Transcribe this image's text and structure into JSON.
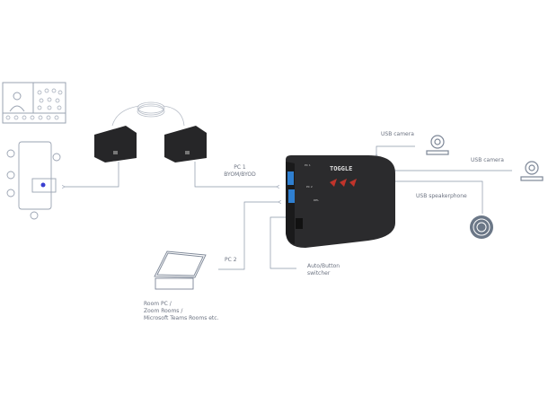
{
  "labels": {
    "pc1_line1": "PC 1",
    "pc1_line2": "BYOM/BYOD",
    "pc2": "PC 2",
    "auto_line1": "Auto/Button",
    "auto_line2": "switcher",
    "usb_camera_1": "USB camera",
    "usb_camera_2": "USB  camera",
    "usb_speakerphone": "USB  speakerphone",
    "room_pc_line1": "Room PC /",
    "room_pc_line2": "Zoom Rooms /",
    "room_pc_line3": "Microsoft Teams Rooms etc."
  },
  "device": {
    "brand": "TOGGLE",
    "port_labels": [
      "PC 1",
      "PC 2",
      "DEL"
    ]
  },
  "colors": {
    "line": "#8a96a8",
    "icon": "#7d8797",
    "device_body": "#2b2b2d",
    "usb_port": "#2f7fd0",
    "arrows": "#c0342b",
    "accent_dot": "#3a3fd0"
  }
}
